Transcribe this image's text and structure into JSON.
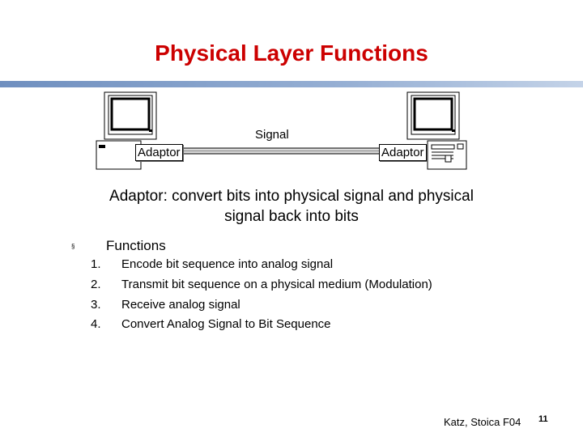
{
  "slide": {
    "title": "Physical Layer Functions",
    "diagram": {
      "signal_label": "Signal",
      "left_adaptor": "Adaptor",
      "right_adaptor": "Adaptor"
    },
    "caption_line1": "Adaptor: convert bits into physical signal and physical",
    "caption_line2": "signal back into bits",
    "bullet_glyph": "§",
    "functions_heading": "Functions",
    "functions": [
      {
        "num": "1.",
        "text": "Encode bit sequence into analog signal"
      },
      {
        "num": "2.",
        "text": "Transmit bit sequence on a physical medium (Modulation)"
      },
      {
        "num": "3.",
        "text": "Receive analog signal"
      },
      {
        "num": "4.",
        "text": "Convert Analog Signal to Bit Sequence"
      }
    ],
    "footer": "Katz, Stoica F04",
    "page_number": "11"
  },
  "colors": {
    "title": "#cc0000",
    "rule": "#7f9cc8"
  }
}
